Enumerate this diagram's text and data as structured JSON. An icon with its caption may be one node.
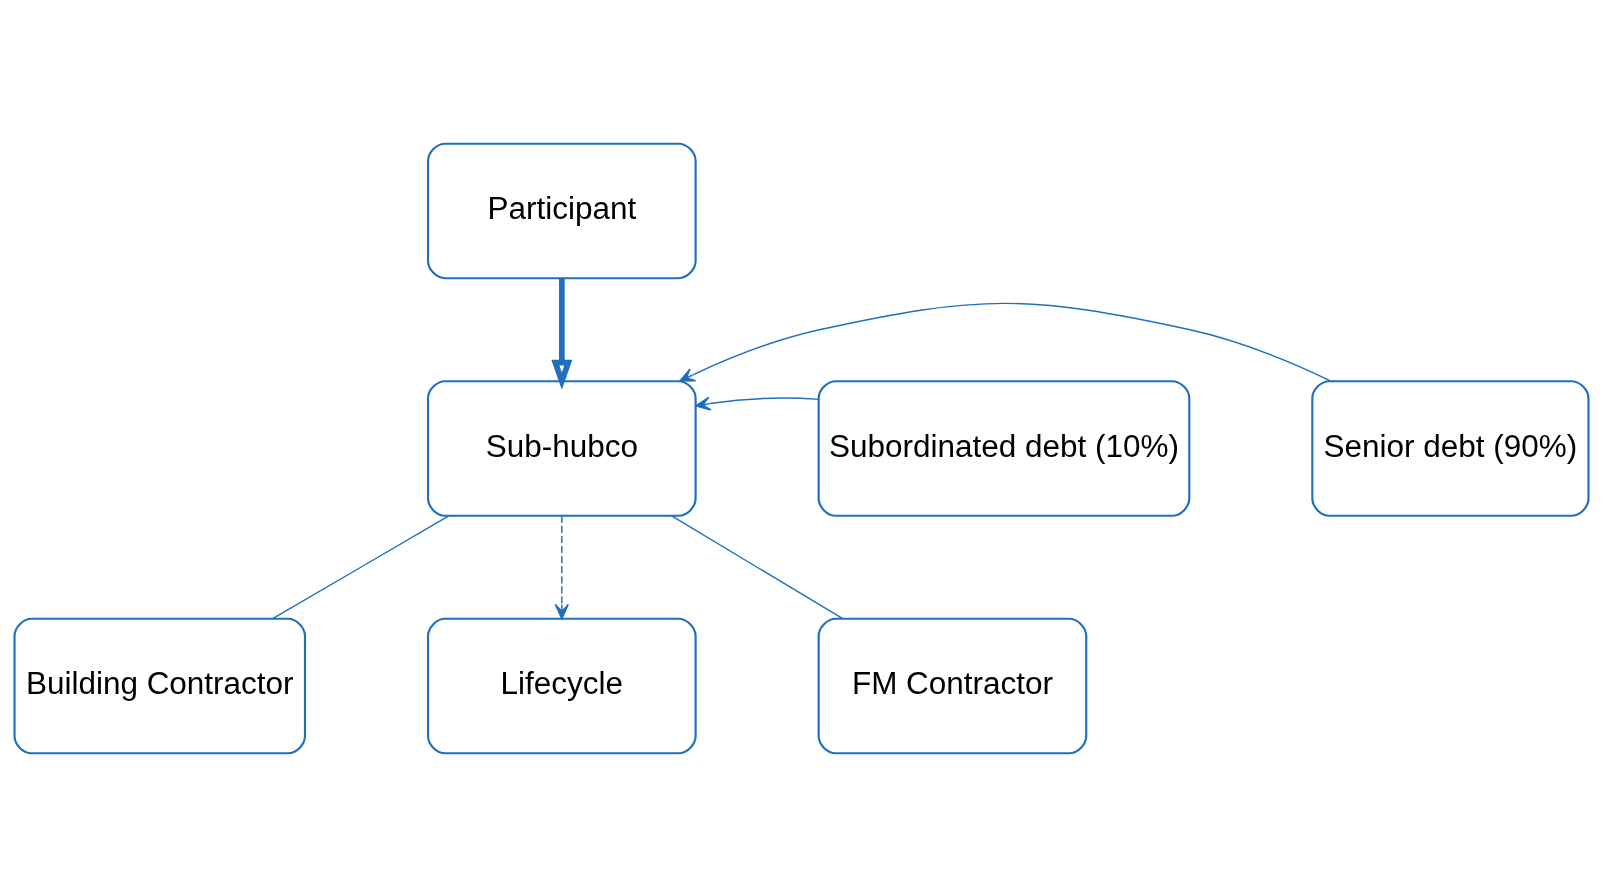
{
  "diagram": {
    "nodes": [
      {
        "text": [
          "Participant"
        ]
      },
      {
        "text": [
          "Sub-hubco"
        ]
      },
      {
        "text": [
          "Subordinated debt (10%)"
        ]
      },
      {
        "text": [
          "Senior debt (90%)"
        ]
      },
      {
        "text": [
          "Building Contractor"
        ]
      },
      {
        "text": [
          "Lifecycle"
        ]
      },
      {
        "text": [
          "FM Contractor"
        ]
      }
    ],
    "edges": [
      {
        "from": 0,
        "to": 1,
        "arrow": "to",
        "style": "thick"
      },
      {
        "from": 2,
        "to": 1,
        "arrow": "to"
      },
      {
        "from": 3,
        "to": 1,
        "arrow": "to"
      },
      {
        "from": 1,
        "to": 4,
        "arrow": "none"
      },
      {
        "from": 1,
        "to": 5,
        "arrow": "to",
        "style": "dashed"
      },
      {
        "from": 1,
        "to": 6,
        "arrow": "none"
      }
    ]
  }
}
